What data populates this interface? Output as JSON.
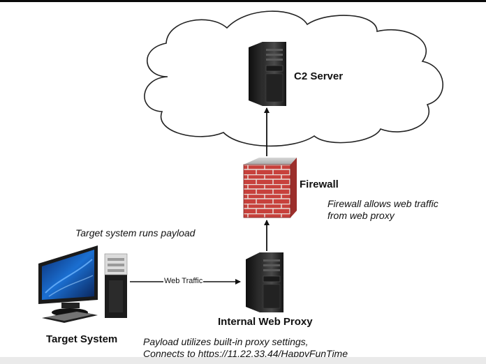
{
  "nodes": {
    "c2_server": "C2 Server",
    "firewall": "Firewall",
    "proxy": "Internal Web Proxy",
    "target": "Target System"
  },
  "edges": {
    "web_traffic": "Web Traffic"
  },
  "annotations": {
    "target_runs": "Target system runs payload",
    "firewall_line1": "Firewall allows web traffic",
    "firewall_line2": "from web proxy",
    "payload_line1": "Payload utilizes built-in proxy settings,",
    "payload_line2": "Connects to https://11.22.33.44/HappyFunTime"
  }
}
